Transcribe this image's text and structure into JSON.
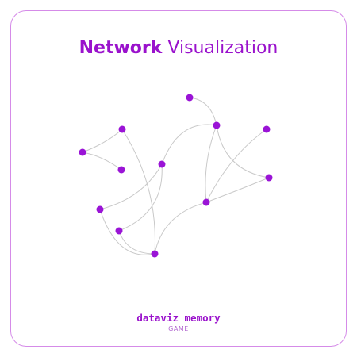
{
  "header": {
    "title_bold": "Network",
    "title_light": "Visualization"
  },
  "footer": {
    "brand": "dataviz memory",
    "subtitle": "GAME"
  },
  "colors": {
    "accent": "#9a12cc",
    "node": "#9a14d6",
    "edge": "#c9c9c9",
    "frame": "#d58be8"
  },
  "nodes": [
    "a",
    "b",
    "c",
    "d",
    "e",
    "f",
    "g",
    "h",
    "i",
    "j",
    "k",
    "l",
    "m"
  ],
  "edges": [
    [
      "a",
      "e"
    ],
    [
      "e",
      "b"
    ],
    [
      "e",
      "h"
    ],
    [
      "e",
      "m"
    ],
    [
      "b",
      "d"
    ],
    [
      "c",
      "d"
    ],
    [
      "c",
      "l"
    ],
    [
      "d",
      "g"
    ],
    [
      "f",
      "j"
    ],
    [
      "f",
      "k"
    ],
    [
      "i",
      "h"
    ],
    [
      "i",
      "j"
    ],
    [
      "j",
      "l"
    ],
    [
      "l",
      "m"
    ],
    [
      "k",
      "m"
    ]
  ]
}
